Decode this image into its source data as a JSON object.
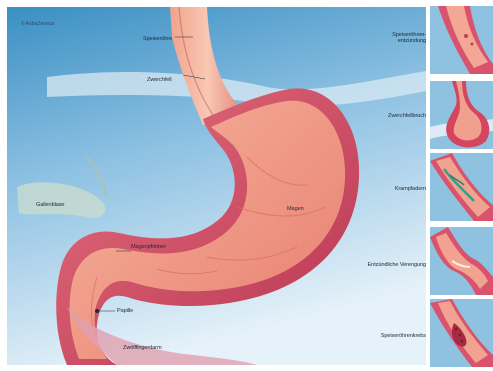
{
  "copyright": "© AstraZeneca",
  "main_labels": {
    "speiseroehre": "Speiseröhre",
    "zwerchfell": "Zwerchfell",
    "magen": "Magen",
    "gallenblase": "Gallenblase",
    "magenpfoertner": "Magenpförtner",
    "papille": "Papille",
    "zwoelffingerdarm": "Zwölffingerdarm"
  },
  "side_panels": [
    {
      "label_line1": "Speiseröhren-",
      "label_line2": "entzündung"
    },
    {
      "label_line1": "Zwerchfellbruch",
      "label_line2": ""
    },
    {
      "label_line1": "Krampfadern",
      "label_line2": ""
    },
    {
      "label_line1": "Entzündliche Verengung",
      "label_line2": ""
    },
    {
      "label_line1": "Speiseröhrenkrebs",
      "label_line2": ""
    }
  ],
  "colors": {
    "sky_top": "#3f95c8",
    "sky_bottom": "#d9ecf7",
    "stomach_outer": "#d9526a",
    "stomach_inner": "#ef9a86",
    "muscle_band": "#b8344e",
    "panel_blue": "#7fb6dc"
  }
}
